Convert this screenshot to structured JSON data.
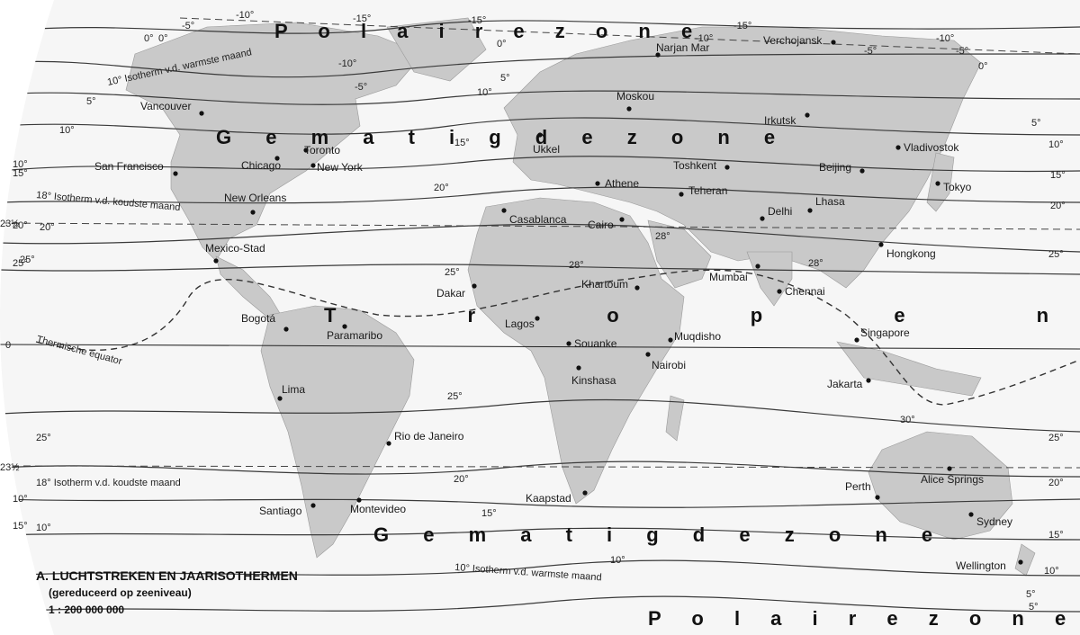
{
  "map": {
    "title": "A. LUCHTSTREKEN EN JAARISOTHERMEN",
    "subtitle": "(gereduceerd op zeeniveau)",
    "scale": "1 : 200 000 000",
    "colors": {
      "land": "#c9c9c9",
      "ocean": "#f7f7f7",
      "line": "#333333",
      "text": "#111111"
    }
  },
  "zones": [
    {
      "id": "polar-north",
      "letters": "P o l a i r e   z o n e"
    },
    {
      "id": "temperate-north",
      "letters": "G e m a t i g d e   z o n e"
    },
    {
      "id": "tropics",
      "letters": "T r o p e n"
    },
    {
      "id": "temperate-south",
      "letters": "G e m a t i g d e   z o n e"
    },
    {
      "id": "polar-south",
      "letters": "P o l a i r e   z o n e"
    }
  ],
  "latitude_labels": [
    "23½",
    "0",
    "23½"
  ],
  "special_labels": {
    "thermal_equator": "Thermische equator",
    "iso_warmest_north": "10° Isotherm v.d. warmste maand",
    "iso_coldest_north": "18° Isotherm v.d. koudste maand",
    "iso_coldest_south": "18° Isotherm v.d. koudste maand",
    "iso_warmest_south": "10° Isotherm v.d. warmste maand"
  },
  "isotherm_labels": [
    "-10°",
    "-15°",
    "-15°",
    "0°",
    "-5°",
    "-10°",
    "-5°",
    "5°",
    "10°",
    "10°",
    "15°",
    "20°",
    "25°",
    "20°",
    "25°",
    "28°",
    "28°",
    "28°",
    "25°",
    "30°",
    "25°",
    "20°",
    "15°",
    "10°",
    "10°",
    "5°",
    "0°",
    "-5°",
    "-10°",
    "5°",
    "10°",
    "15°",
    "20°",
    "25°",
    "25°",
    "20°",
    "15°",
    "10°",
    "-10°",
    "-15°",
    "0°",
    "-5°",
    "5°",
    "0°",
    "10°",
    "15°",
    "20°",
    "25°",
    "5°",
    "10°",
    "15°"
  ],
  "cities": [
    "Vancouver",
    "San Francisco",
    "Chicago",
    "Toronto",
    "New York",
    "New Orleans",
    "Mexico-Stad",
    "Bogotá",
    "Paramaribo",
    "Lima",
    "Rio de Janeiro",
    "Santiago",
    "Montevideo",
    "Ukkel",
    "Moskou",
    "Narjan Mar",
    "Verchojansk",
    "Irkutsk",
    "Vladivostok",
    "Toshkent",
    "Beijing",
    "Tokyo",
    "Athene",
    "Teheran",
    "Casablanca",
    "Cairo",
    "Delhi",
    "Lhasa",
    "Hongkong",
    "Mumbai",
    "Chennai",
    "Dakar",
    "Khartoum",
    "Lagos",
    "Souanke",
    "Muqdisho",
    "Nairobi",
    "Kinshasa",
    "Singapore",
    "Jakarta",
    "Kaapstad",
    "Perth",
    "Alice Springs",
    "Sydney",
    "Wellington"
  ]
}
